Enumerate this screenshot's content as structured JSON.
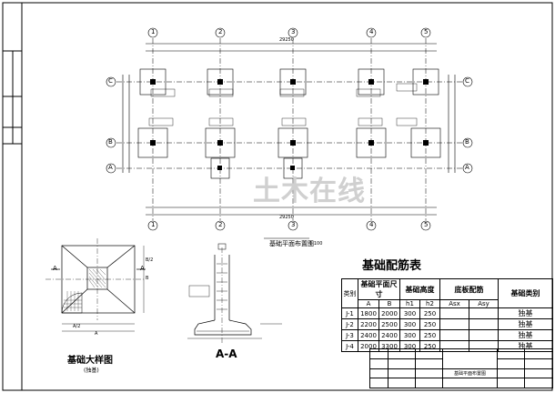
{
  "plan": {
    "title": "基础平面布置图",
    "scale": "1:100",
    "grid_numbers": [
      "1",
      "2",
      "3",
      "4",
      "5"
    ],
    "grid_letters": [
      "A",
      "B",
      "C"
    ],
    "overall_dimension": "29250",
    "bay_dimensions": [
      "",
      "",
      "",
      ""
    ],
    "footing_tags": []
  },
  "detail": {
    "title": "基础大样图",
    "subtitle": "(独基)",
    "section_marker": "A",
    "dim_b": "B",
    "dim_a": "A",
    "dim_a_half": "A/2",
    "dim_b_half": "B/2"
  },
  "section": {
    "title": "A-A",
    "elevation": "",
    "notes": [
      "",
      "",
      ""
    ]
  },
  "rebar_table": {
    "title": "基础配筋表",
    "head_type": "类别",
    "head_plan_size": "基础平面尺寸",
    "head_height": "基础高度",
    "head_bottom_bars": "底板配筋",
    "head_category": "基础类别",
    "sub_a": "A",
    "sub_b": "B",
    "sub_h1": "h1",
    "sub_h2": "h2",
    "sub_asx": "Asx",
    "sub_asy": "Asy",
    "rows": [
      {
        "id": "J-1",
        "a": "1800",
        "b": "2000",
        "h1": "300",
        "h2": "250",
        "asx": "",
        "asy": "",
        "cat": "独基"
      },
      {
        "id": "J-2",
        "a": "2200",
        "b": "2500",
        "h1": "300",
        "h2": "250",
        "asx": "",
        "asy": "",
        "cat": "独基"
      },
      {
        "id": "J-3",
        "a": "2400",
        "b": "2400",
        "h1": "300",
        "h2": "250",
        "asx": "",
        "asy": "",
        "cat": "独基"
      },
      {
        "id": "J-4",
        "a": "2000",
        "b": "3300",
        "h1": "300",
        "h2": "250",
        "asx": "",
        "asy": "",
        "cat": "独基"
      }
    ]
  },
  "title_block": {
    "drawing_name": "基础平面布置图",
    "sheet_no": "",
    "cells": [
      "",
      "",
      "",
      "",
      "",
      "",
      "",
      "",
      "",
      "",
      "",
      ""
    ]
  },
  "watermark": "土木在线",
  "colors": {
    "line": "#000000",
    "watermark": "#d0d0d0"
  }
}
